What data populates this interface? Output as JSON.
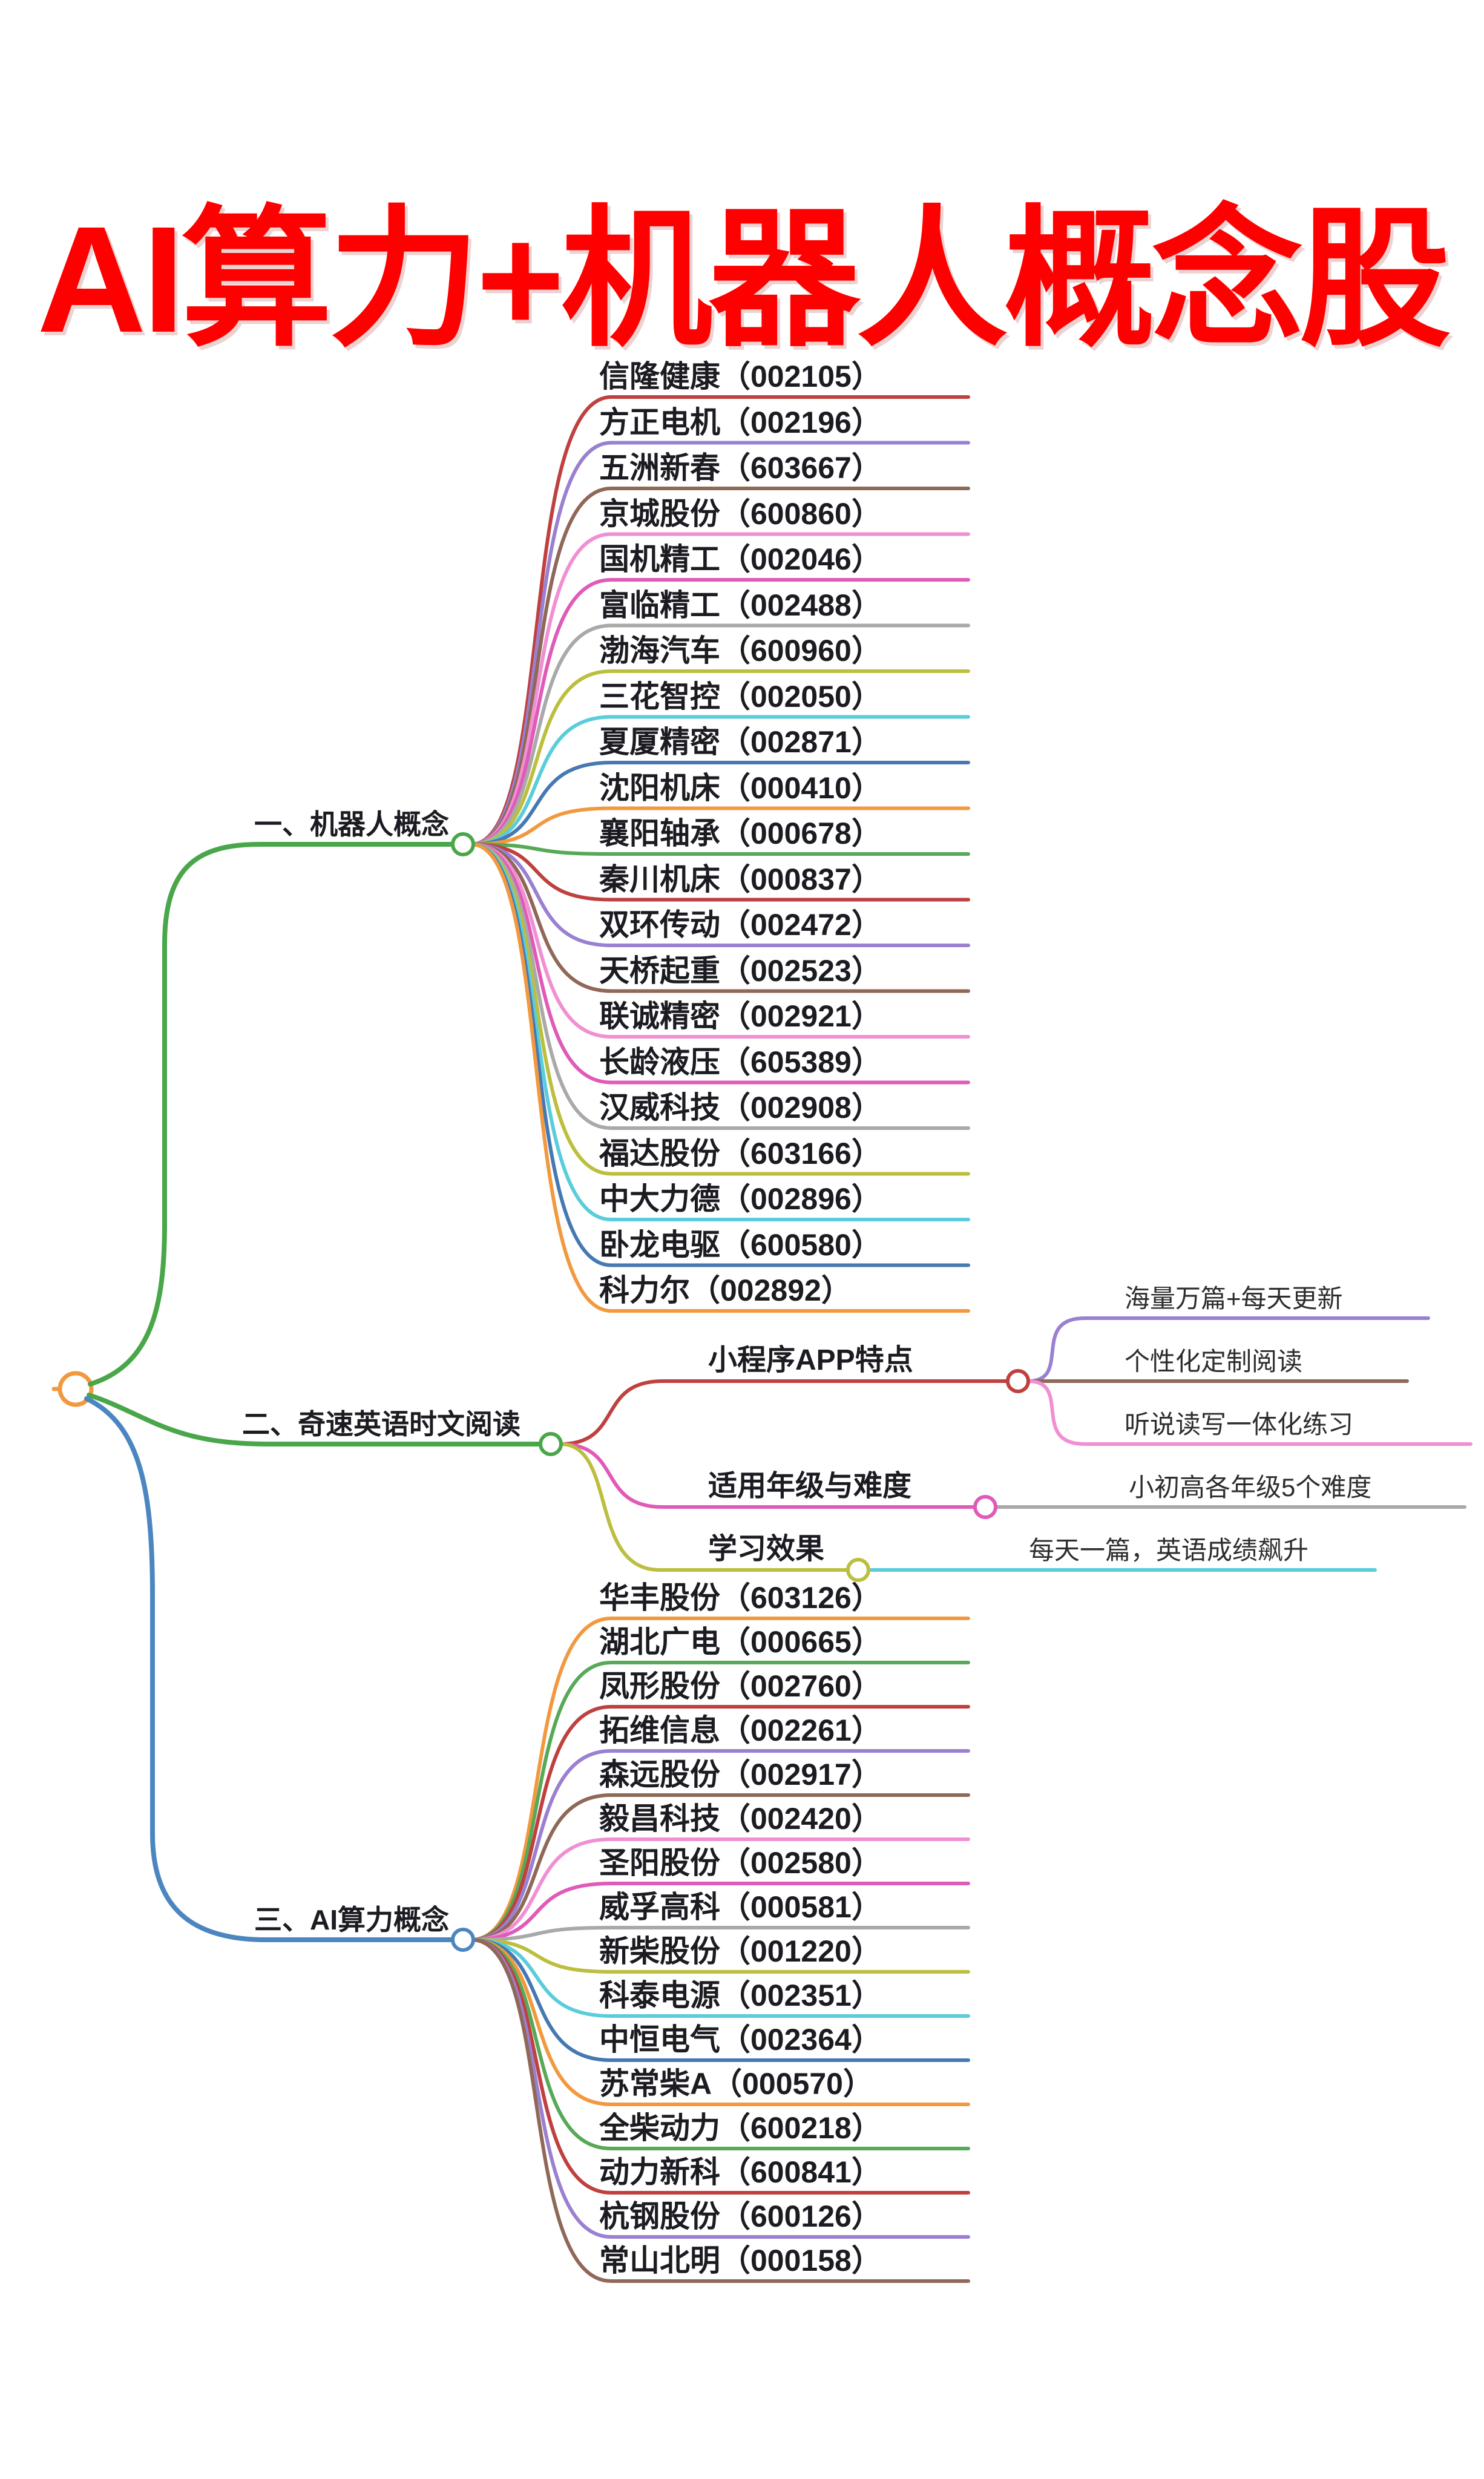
{
  "title": {
    "text": "AI算力+机器人概念股",
    "color": "#fe0000"
  },
  "colors": {
    "palette": [
      "#c04040",
      "#9a80d0",
      "#8f6857",
      "#f090d2",
      "#e05ab8",
      "#a9a9a9",
      "#bcbf3e",
      "#5bccdc",
      "#4679b2",
      "#f2993f",
      "#57a957"
    ],
    "branch1_line": "#4aa64a",
    "branch2_line": "#4aa64a",
    "branch3_line": "#4c86c0",
    "root": "#f2993f"
  },
  "root": {
    "name": "root-node"
  },
  "branches": [
    {
      "label": "一、机器人概念",
      "items": [
        "信隆健康（002105）",
        "方正电机（002196）",
        "五洲新春（603667）",
        "京城股份（600860）",
        "国机精工（002046）",
        "富临精工（002488）",
        "渤海汽车（600960）",
        "三花智控（002050）",
        "夏厦精密（002871）",
        "沈阳机床（000410）",
        "襄阳轴承（000678）",
        "秦川机床（000837）",
        "双环传动（002472）",
        "天桥起重（002523）",
        "联诚精密（002921）",
        "长龄液压（605389）",
        "汉威科技（002908）",
        "福达股份（603166）",
        "中大力德（002896）",
        "卧龙电驱（600580）",
        "科力尔（002892）"
      ]
    },
    {
      "label": "二、奇速英语时文阅读",
      "subtopics": [
        {
          "label": "小程序APP特点",
          "children": [
            "海量万篇+每天更新",
            "个性化定制阅读",
            "听说读写一体化练习"
          ]
        },
        {
          "label": "适用年级与难度",
          "children": [
            "小初高各年级5个难度"
          ]
        },
        {
          "label": "学习效果",
          "children": [
            "每天一篇，英语成绩飙升"
          ]
        }
      ]
    },
    {
      "label": "三、AI算力概念",
      "items": [
        "华丰股份（603126）",
        "湖北广电（000665）",
        "凤形股份（002760）",
        "拓维信息（002261）",
        "森远股份（002917）",
        "毅昌科技（002420）",
        "圣阳股份（002580）",
        "威孚高科（000581）",
        "新柴股份（001220）",
        "科泰电源（002351）",
        "中恒电气（002364）",
        "苏常柴A（000570）",
        "全柴动力（600218）",
        "动力新科（600841）",
        "杭钢股份（600126）",
        "常山北明（000158）"
      ]
    }
  ]
}
